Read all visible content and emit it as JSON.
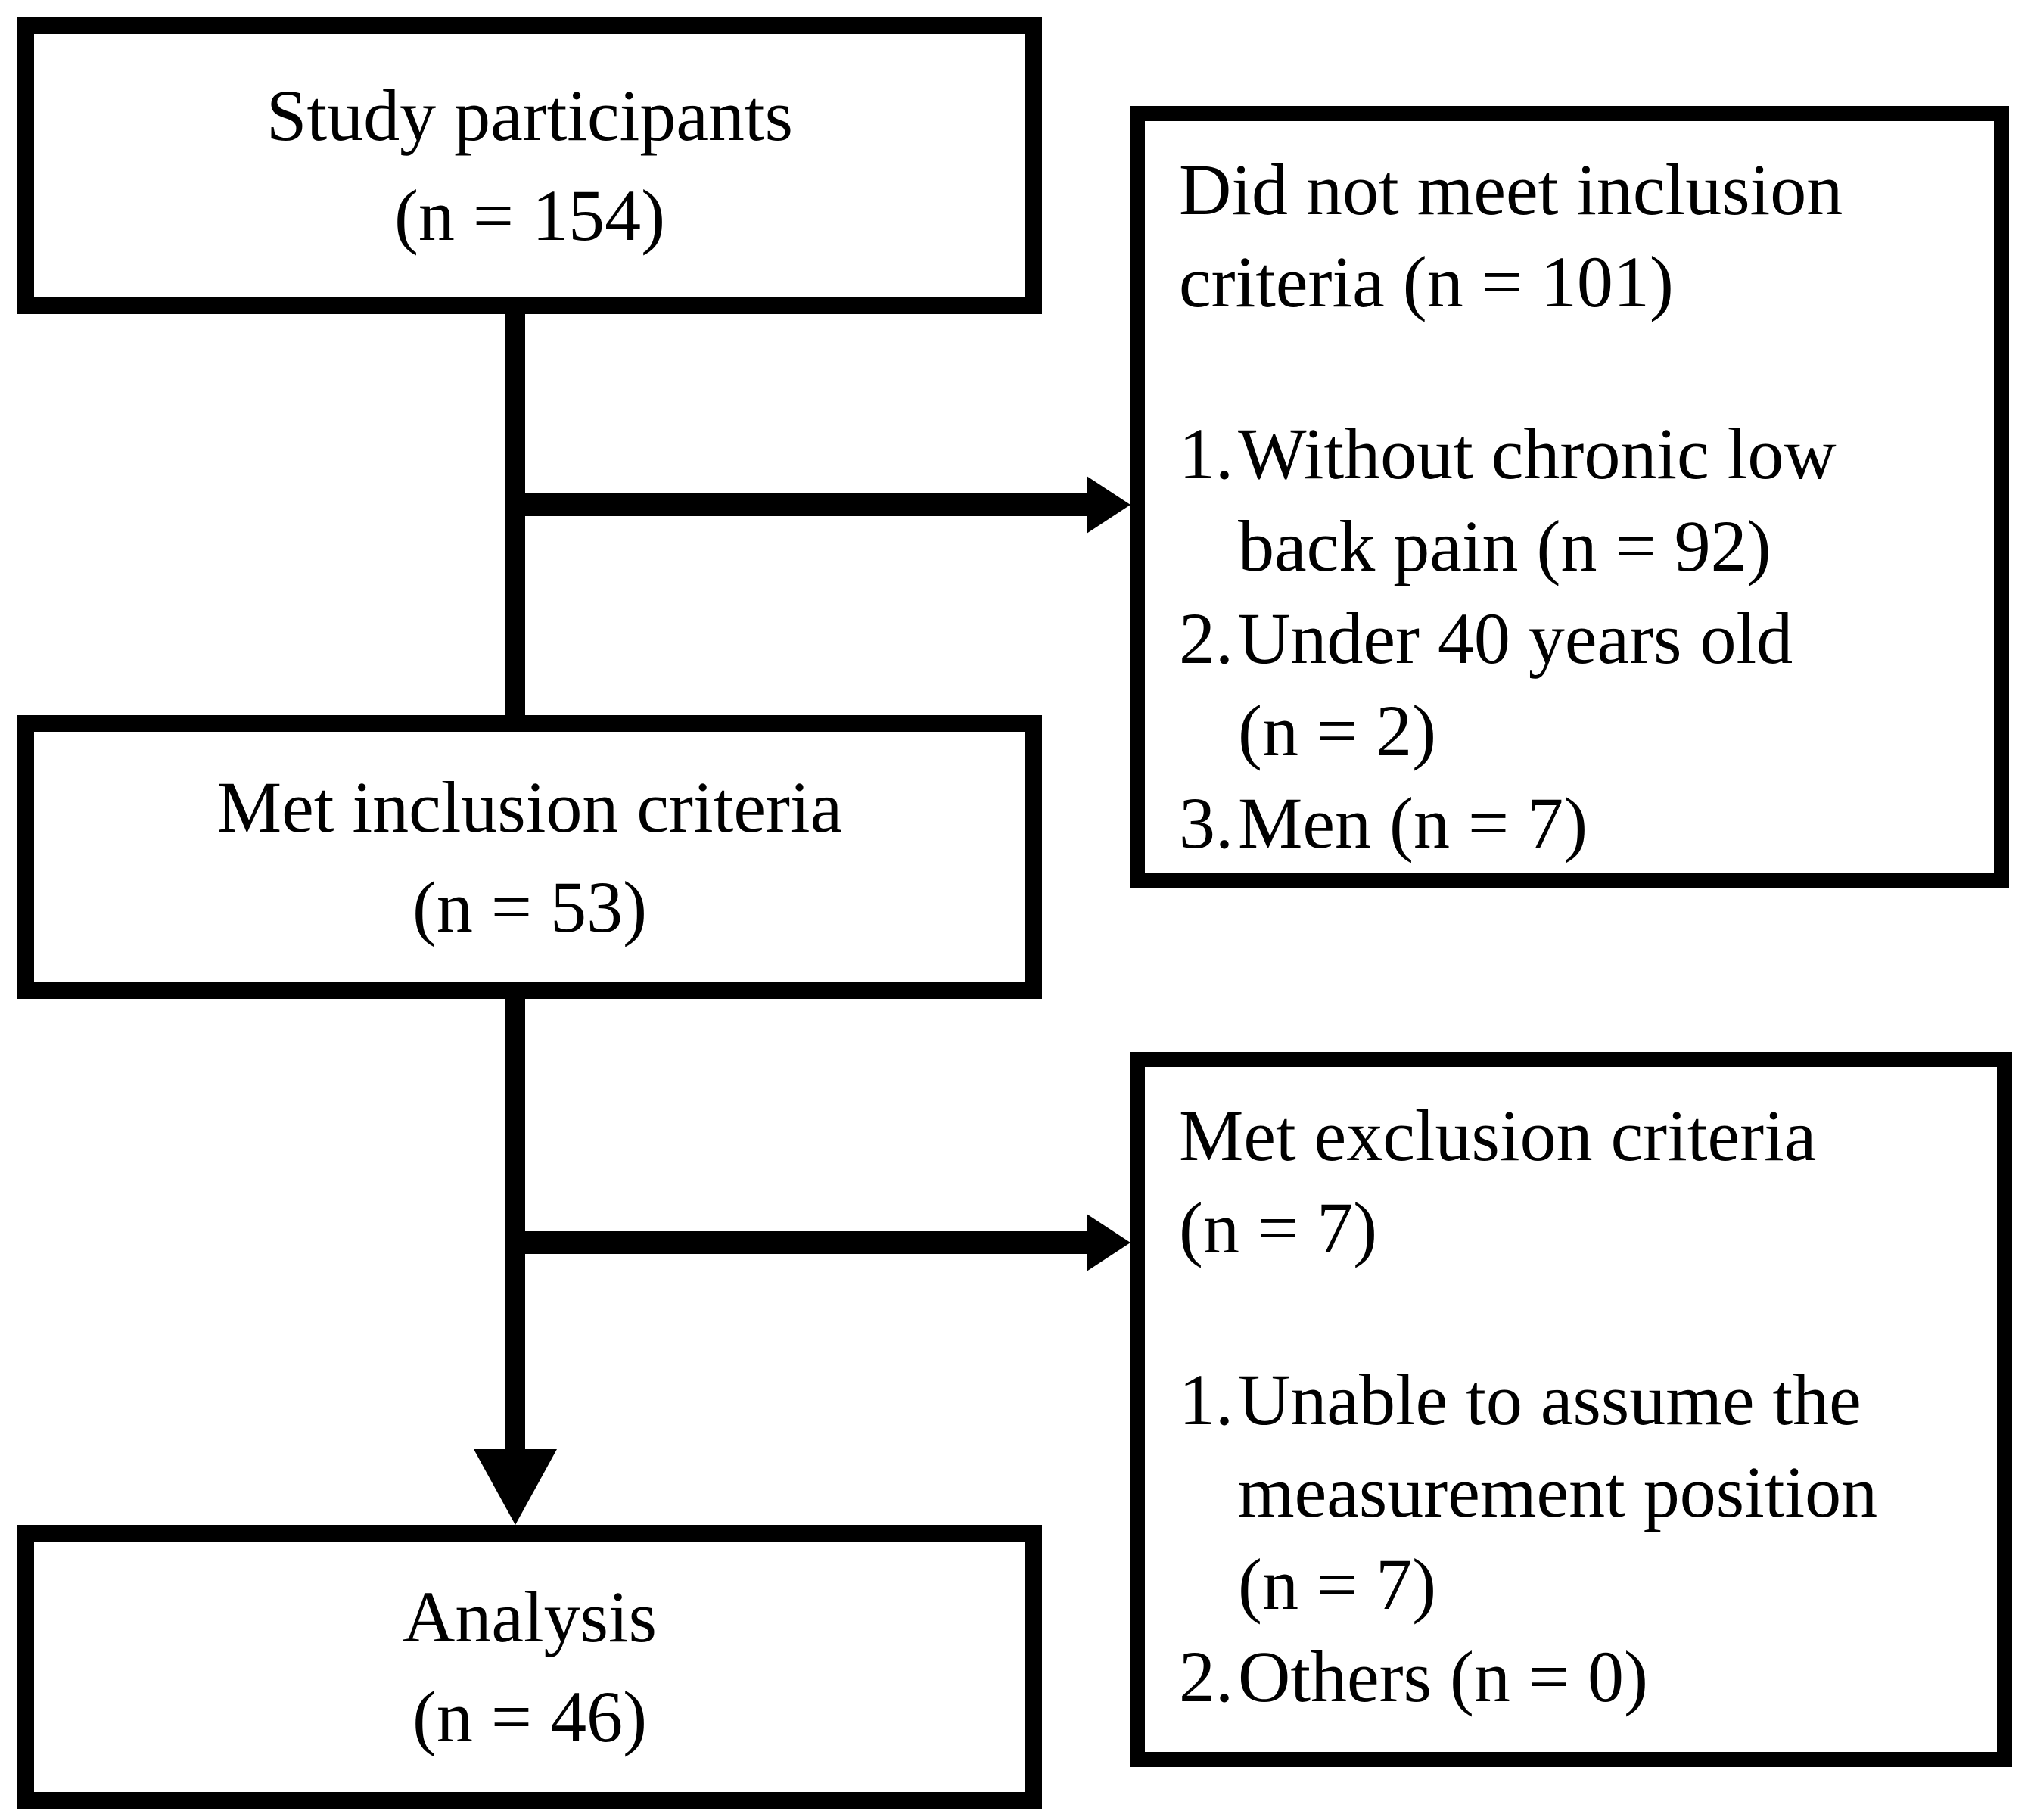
{
  "colors": {
    "ink": "#000000",
    "paper": "#ffffff"
  },
  "diagram": {
    "study": {
      "text": "Study participants\n(n = 154)"
    },
    "did_not_meet": {
      "title": "Did not meet inclusion\ncriteria (n = 101)",
      "items": [
        {
          "num": "1.",
          "text": "Without chronic low\nback pain (n = 92)"
        },
        {
          "num": "2.",
          "text": "Under 40 years old\n(n = 2)"
        },
        {
          "num": "3.",
          "text": "Men (n = 7)"
        }
      ]
    },
    "met_inclusion": {
      "text": "Met inclusion criteria\n(n = 53)"
    },
    "met_exclusion": {
      "title": "Met exclusion criteria\n(n = 7)",
      "items": [
        {
          "num": "1.",
          "text": "Unable to assume the\nmeasurement position\n(n = 7)"
        },
        {
          "num": "2.",
          "text": "Others (n = 0)"
        }
      ]
    },
    "analysis": {
      "text": "Analysis\n(n = 46)"
    }
  }
}
